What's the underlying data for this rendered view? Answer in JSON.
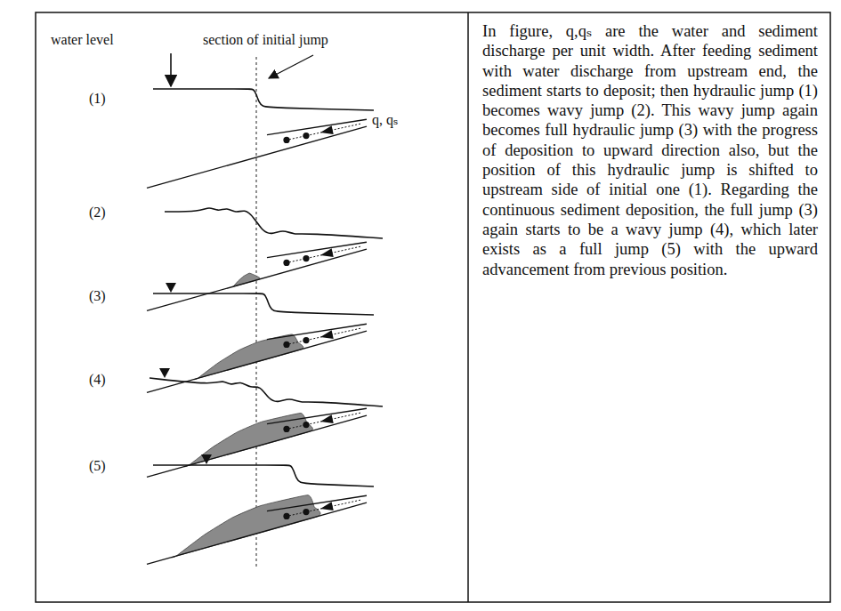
{
  "diagram": {
    "nodes": [
      {
        "text": [
          "In figure, q,qₛ are the water and sediment discharge per unit width. After feeding sediment with water discharge from upstream end, the sediment starts to deposit; then hydraulic jump (1) becomes wavy jump (2). This wavy jump again becomes full hydraulic jump (3) with the progress of deposition to upward direction also, but the position of this hydraulic jump is shifted to upstream side of initial one (1). Regarding the continuous sediment deposition, the full jump (3) again starts to be a wavy jump (4), which later exists as a full jump (5) with the upward advancement from previous position."
        ]
      }
    ],
    "labels": [
      "water level",
      "section of initial jump",
      "(1)",
      "(2)",
      "(3)",
      "(4)",
      "(5)",
      "q, qₛ"
    ]
  }
}
